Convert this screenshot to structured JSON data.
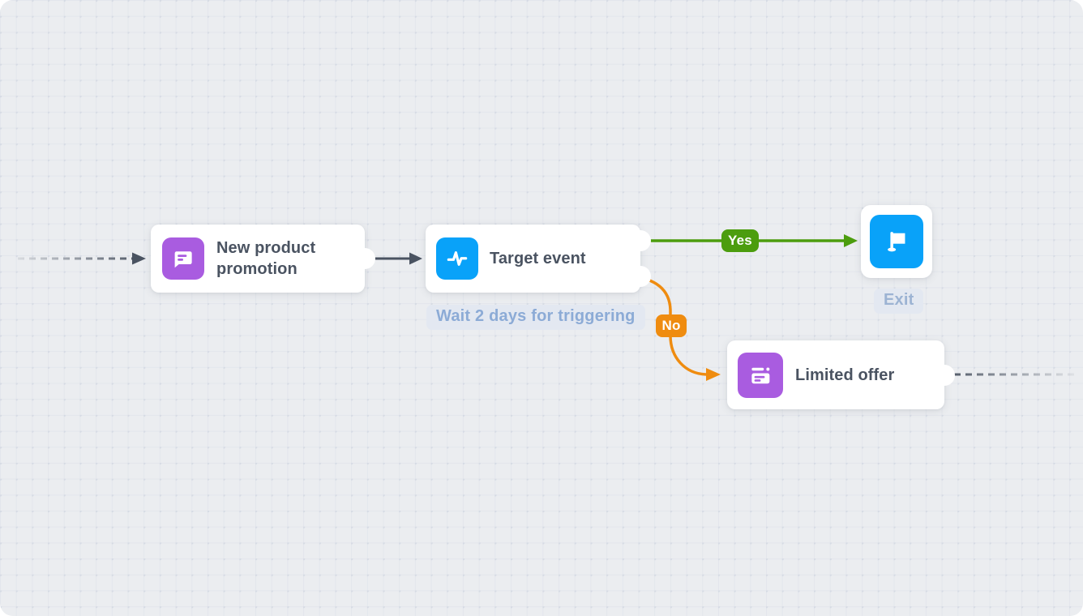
{
  "app": {
    "type": "marketing-automation-flow-canvas",
    "background_color": "#ebedf0",
    "grid_color": "#e3e6ec"
  },
  "nodes": [
    {
      "id": "new-product-promotion",
      "title": "New product promotion",
      "icon": "chat-message-icon",
      "icon_color": "#a95ce0",
      "port_color": "#4a5361"
    },
    {
      "id": "target-event",
      "title": "Target event",
      "icon": "pulse-activity-icon",
      "icon_color": "#09a2f9",
      "note": "Wait 2 days for triggering",
      "port_yes_color": "#4c9d0e",
      "port_no_color": "#ef8c10"
    },
    {
      "id": "exit",
      "label": "Exit",
      "icon": "flag-icon",
      "icon_color": "#09a2f9"
    },
    {
      "id": "limited-offer",
      "title": "Limited offer",
      "icon": "banner-offer-icon",
      "icon_color": "#a95ce0",
      "port_color": "#4a5361"
    }
  ],
  "edges": [
    {
      "from": "flow-start",
      "to": "new-product-promotion",
      "style": "dashed-fade-in",
      "color": "#4a5361",
      "label": ""
    },
    {
      "from": "new-product-promotion",
      "to": "target-event",
      "style": "solid",
      "color": "#4a5361",
      "label": ""
    },
    {
      "from": "target-event",
      "to": "exit",
      "style": "solid",
      "color": "#4c9d0e",
      "label": "Yes"
    },
    {
      "from": "target-event",
      "to": "limited-offer",
      "style": "curved",
      "color": "#ef8c10",
      "label": "No"
    },
    {
      "from": "limited-offer",
      "to": "flow-end",
      "style": "dashed-fade-out",
      "color": "#4a5361",
      "label": ""
    }
  ]
}
